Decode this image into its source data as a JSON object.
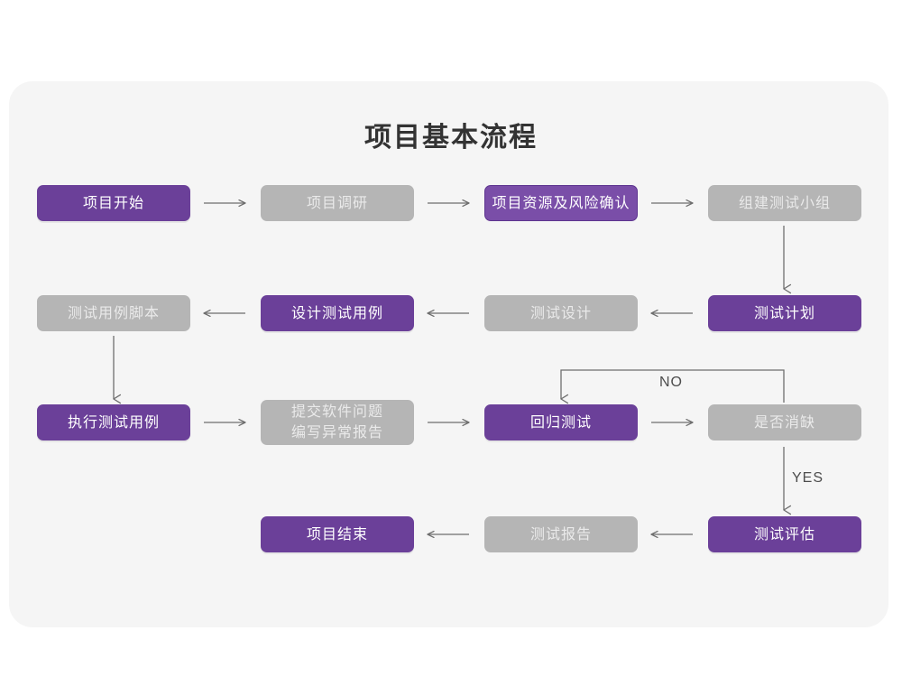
{
  "page": {
    "background": "#ffffff",
    "card_background": "#f5f5f5"
  },
  "title": "项目基本流程",
  "colors": {
    "purple": "#6b4099",
    "purple_light": "#7a4ea8",
    "gray": "#b5b5b5",
    "connector": "#6e6e6e",
    "title_text": "#333333",
    "gray_text": "#eaeaea",
    "purple_text": "#ffffff"
  },
  "flowchart": {
    "type": "flowchart",
    "orientation": "serpentine",
    "rows": [
      {
        "row": 1,
        "direction": "left-to-right",
        "nodes": [
          {
            "id": "n1",
            "label": "项目开始",
            "style": "purple"
          },
          {
            "id": "n2",
            "label": "项目调研",
            "style": "gray"
          },
          {
            "id": "n3",
            "label": "项目资源及风险确认",
            "style": "purple-outline"
          },
          {
            "id": "n4",
            "label": "组建测试小组",
            "style": "gray"
          }
        ]
      },
      {
        "row": 2,
        "direction": "right-to-left",
        "nodes": [
          {
            "id": "n5",
            "label": "测试用例脚本",
            "style": "gray"
          },
          {
            "id": "n6",
            "label": "设计测试用例",
            "style": "purple"
          },
          {
            "id": "n7",
            "label": "测试设计",
            "style": "gray"
          },
          {
            "id": "n8",
            "label": "测试计划",
            "style": "purple"
          }
        ]
      },
      {
        "row": 3,
        "direction": "left-to-right",
        "nodes": [
          {
            "id": "n9",
            "label": "执行测试用例",
            "style": "purple"
          },
          {
            "id": "n10",
            "label": "提交软件问题\n编写异常报告",
            "style": "gray"
          },
          {
            "id": "n11",
            "label": "回归测试",
            "style": "purple"
          },
          {
            "id": "n12",
            "label": "是否消缺",
            "style": "gray"
          }
        ]
      },
      {
        "row": 4,
        "direction": "right-to-left",
        "nodes": [
          {
            "id": "n13",
            "label": "项目结束",
            "style": "purple"
          },
          {
            "id": "n14",
            "label": "测试报告",
            "style": "gray"
          },
          {
            "id": "n15",
            "label": "测试评估",
            "style": "purple"
          }
        ]
      }
    ],
    "edge_labels": {
      "no": "NO",
      "yes": "YES"
    },
    "edges": [
      {
        "from": "n1",
        "to": "n2",
        "label": ""
      },
      {
        "from": "n2",
        "to": "n3",
        "label": ""
      },
      {
        "from": "n3",
        "to": "n4",
        "label": ""
      },
      {
        "from": "n4",
        "to": "n8",
        "label": ""
      },
      {
        "from": "n8",
        "to": "n7",
        "label": ""
      },
      {
        "from": "n7",
        "to": "n6",
        "label": ""
      },
      {
        "from": "n6",
        "to": "n5",
        "label": ""
      },
      {
        "from": "n5",
        "to": "n9",
        "label": ""
      },
      {
        "from": "n9",
        "to": "n10",
        "label": ""
      },
      {
        "from": "n10",
        "to": "n11",
        "label": ""
      },
      {
        "from": "n11",
        "to": "n12",
        "label": ""
      },
      {
        "from": "n12",
        "to": "n11",
        "label": "NO"
      },
      {
        "from": "n12",
        "to": "n15",
        "label": "YES"
      },
      {
        "from": "n15",
        "to": "n14",
        "label": ""
      },
      {
        "from": "n14",
        "to": "n13",
        "label": ""
      }
    ]
  }
}
